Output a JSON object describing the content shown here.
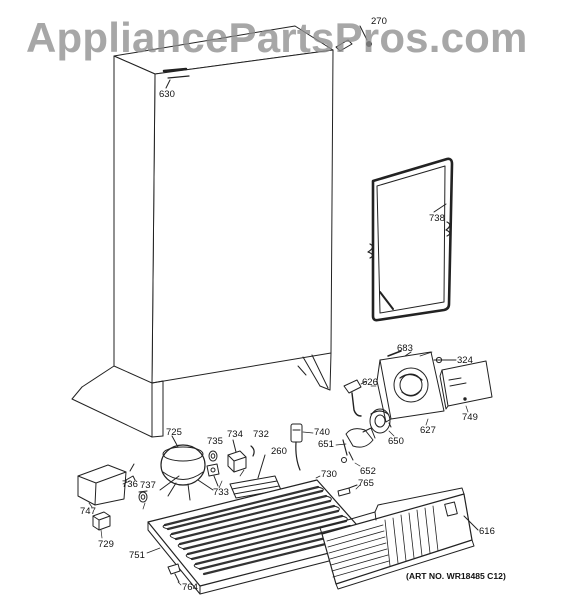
{
  "watermark": "AppliancePartsPros.com",
  "art_no": "(ART NO. WR18485 C12)",
  "part_numbers": {
    "p270": "270",
    "p630": "630",
    "p738": "738",
    "p683": "683",
    "p324": "324",
    "p626": "626",
    "p749": "749",
    "p627": "627",
    "p650": "650",
    "p740": "740",
    "p651": "651",
    "p652": "652",
    "p725": "725",
    "p735": "735",
    "p734": "734",
    "p732": "732",
    "p260": "260",
    "p733": "733",
    "p730": "730",
    "p765": "765",
    "p736": "736",
    "p737": "737",
    "p747": "747",
    "p729": "729",
    "p751": "751",
    "p764": "764",
    "p616": "616"
  }
}
